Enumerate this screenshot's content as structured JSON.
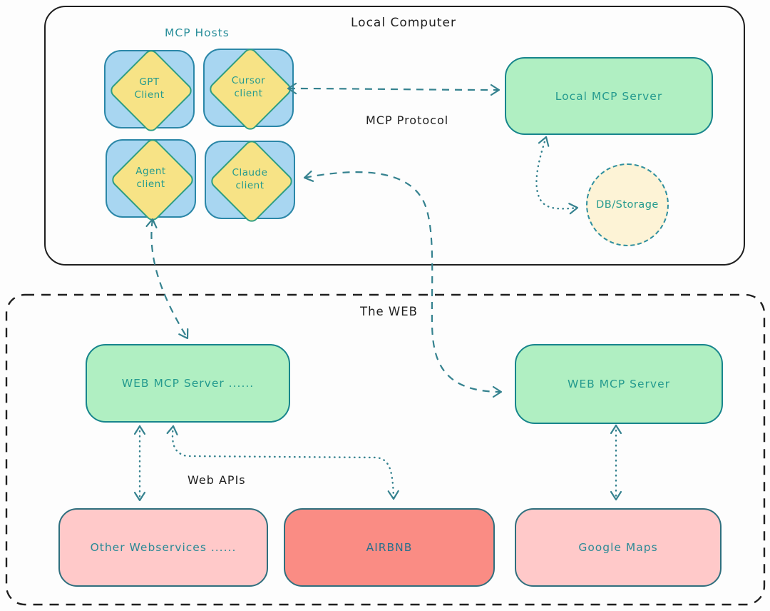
{
  "local_computer": {
    "title": "Local Computer",
    "hosts_label": "MCP Hosts",
    "protocol_label": "MCP Protocol",
    "clients": [
      {
        "id": "gpt",
        "line1": "GPT",
        "line2": "Client"
      },
      {
        "id": "cursor",
        "line1": "Cursor",
        "line2": "client"
      },
      {
        "id": "agent",
        "line1": "Agent",
        "line2": "client"
      },
      {
        "id": "claude",
        "line1": "Claude",
        "line2": "client"
      }
    ],
    "server_label": "Local MCP Server",
    "db_label": "DB/Storage"
  },
  "web": {
    "title": "The WEB",
    "apis_label": "Web APIs",
    "server_left_label": "WEB MCP Server ......",
    "server_right_label": "WEB MCP Server",
    "services": [
      {
        "id": "other-webservices",
        "label": "Other Webservices ......"
      },
      {
        "id": "airbnb",
        "label": "AIRBNB"
      },
      {
        "id": "google-maps",
        "label": "Google Maps"
      }
    ]
  },
  "connections": [
    {
      "from": "cursor-client",
      "to": "local-mcp-server",
      "style": "dashed",
      "bidirectional": true
    },
    {
      "from": "local-mcp-server",
      "to": "db-storage",
      "style": "dotted",
      "bidirectional": true
    },
    {
      "from": "agent-client",
      "to": "web-mcp-server-left",
      "style": "dashed",
      "bidirectional": true
    },
    {
      "from": "claude-client",
      "to": "web-mcp-server-right",
      "style": "dashed",
      "bidirectional": true
    },
    {
      "from": "web-mcp-server-left",
      "to": "other-webservices",
      "style": "dotted",
      "bidirectional": true
    },
    {
      "from": "web-mcp-server-left",
      "to": "airbnb",
      "style": "dotted",
      "bidirectional": true
    },
    {
      "from": "web-mcp-server-right",
      "to": "google-maps",
      "style": "dotted",
      "bidirectional": true
    }
  ],
  "colors": {
    "blue_fill": "#a8d6f1",
    "blue_border": "#2b87a8",
    "yellow_fill": "#f7e386",
    "yellow_border": "#2f9e83",
    "green_fill": "#b0efc2",
    "green_border": "#17858c",
    "pink_fill": "#ffc9c9",
    "salmon_fill": "#fa8c84",
    "service_border": "#2f6f7e",
    "cream_fill": "#fdf3d6",
    "teal_text": "#249a8e",
    "black_text": "#1e1e1e",
    "connector": "#35828f"
  }
}
